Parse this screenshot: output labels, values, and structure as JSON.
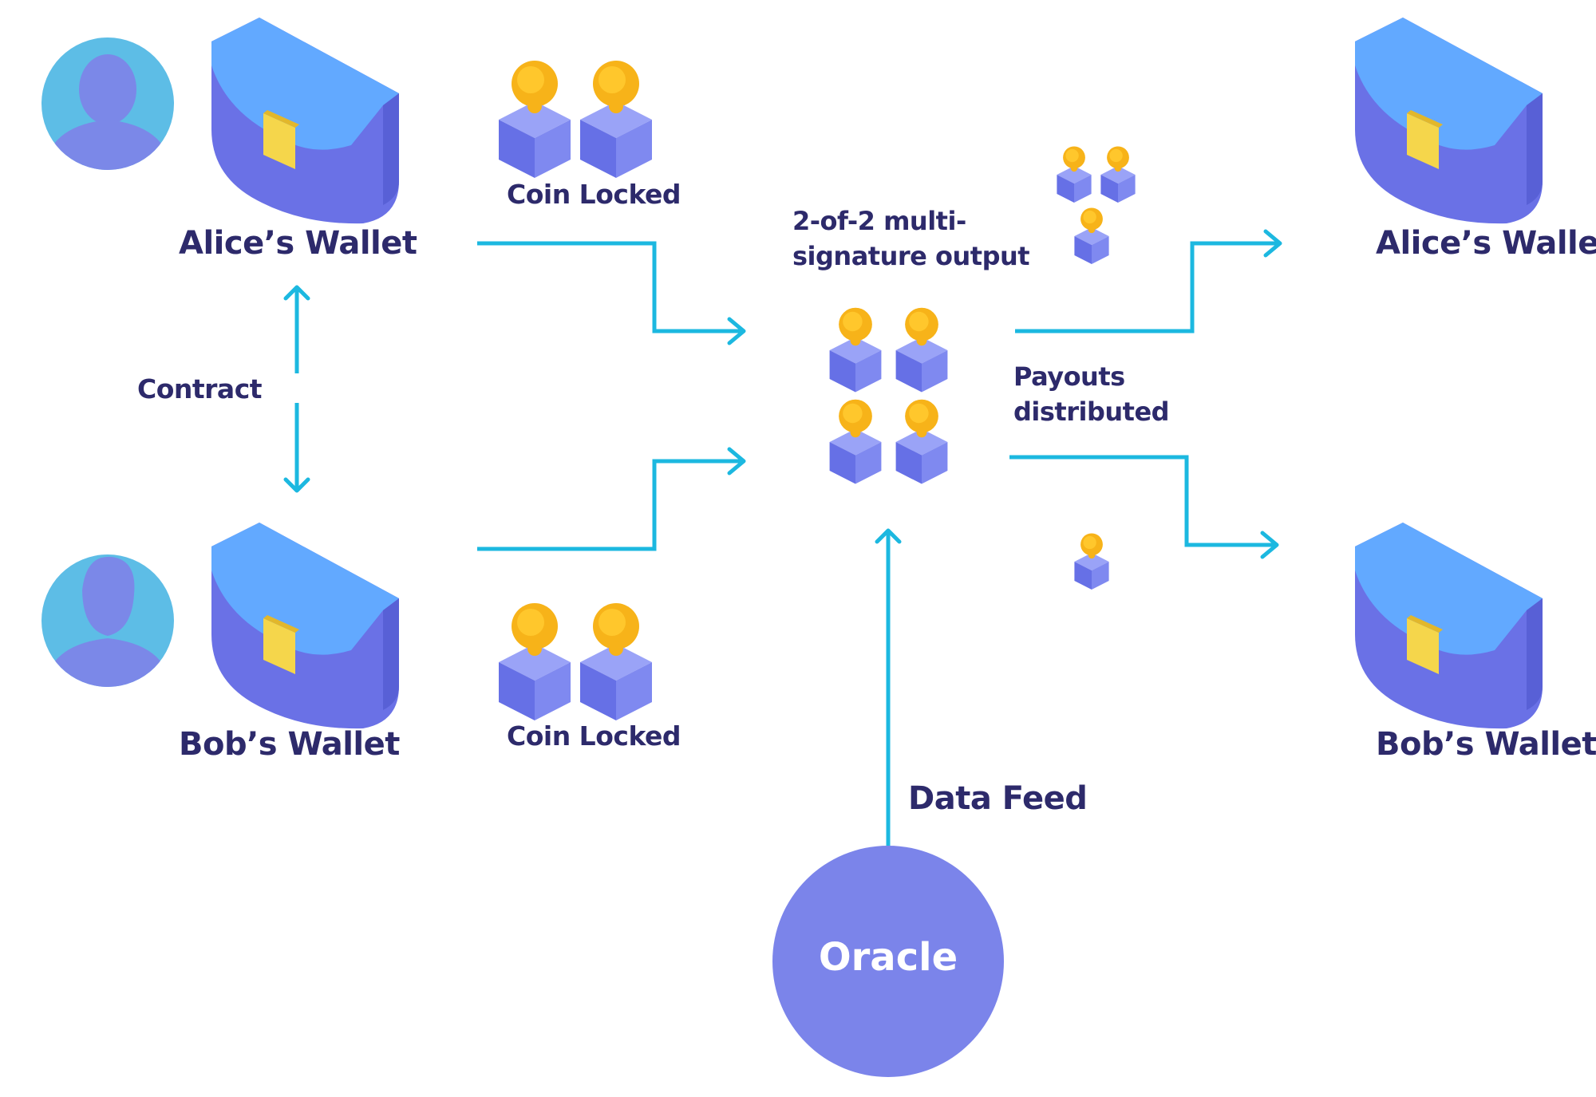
{
  "nodes": {
    "alice_left": {
      "label": "Alice’s Wallet"
    },
    "bob_left": {
      "label": "Bob’s Wallet"
    },
    "alice_right": {
      "label": "Alice’s Wallet"
    },
    "bob_right": {
      "label": "Bob’s Wallet"
    },
    "contract": {
      "label": "Contract"
    },
    "coin_locked_top": {
      "label": "Coin Locked"
    },
    "coin_locked_bottom": {
      "label": "Coin Locked"
    },
    "multisig": {
      "label_line1": "2-of-2 multi-",
      "label_line2": "signature output"
    },
    "payouts": {
      "label_line1": "Payouts",
      "label_line2": "distributed"
    },
    "data_feed": {
      "label": "Data Feed"
    },
    "oracle": {
      "label": "Oracle"
    }
  },
  "icons": {
    "user_avatar": "user-avatar-icon",
    "wallet": "wallet-icon",
    "coin_cube": "coin-cube-icon"
  },
  "colors": {
    "arrow": "#1cb8e0",
    "text": "#2d2a6b",
    "oracle_fill": "#7b84ea",
    "avatar_bg": "#5dbde6",
    "avatar_person": "#7b88e8",
    "wallet_light": "#62a9ff",
    "wallet_dark": "#6a71e6",
    "clasp": "#f5d64b",
    "coin": "#f7b319",
    "cube_top": "#9aa3f7",
    "cube_left": "#6670e6",
    "cube_right": "#7f89f0"
  }
}
